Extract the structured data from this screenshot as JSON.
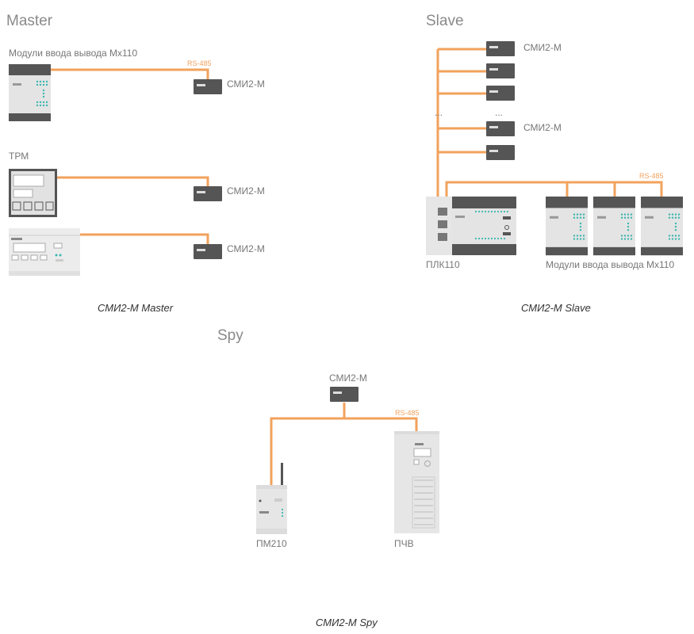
{
  "colors": {
    "wire": "#f2a25c",
    "module_dark": "#555555",
    "device_body": "#e6e6e6",
    "led": "#3ab7b0"
  },
  "master": {
    "title": "Master",
    "io_label": "Модули ввода вывода Мх110",
    "trm_label": "ТРМ",
    "bus_label": "RS-485",
    "smi_label_1": "СМИ2-М",
    "smi_label_2": "СМИ2-М",
    "smi_label_3": "СМИ2-М",
    "caption": "СМИ2-М Master"
  },
  "slave": {
    "title": "Slave",
    "smi_label_1": "СМИ2-М",
    "smi_label_2": "СМИ2-М",
    "ellipsis_left": "...",
    "ellipsis_right": "...",
    "bus_label": "RS-485",
    "plc_label": "ПЛК110",
    "io_label": "Модули ввода вывода Мх110",
    "caption": "СМИ2-М Slave"
  },
  "spy": {
    "title": "Spy",
    "smi_label": "СМИ2-М",
    "bus_label": "RS-485",
    "pm_label": "ПМ210",
    "pchv_label": "ПЧВ",
    "caption": "СМИ2-М Spy"
  }
}
